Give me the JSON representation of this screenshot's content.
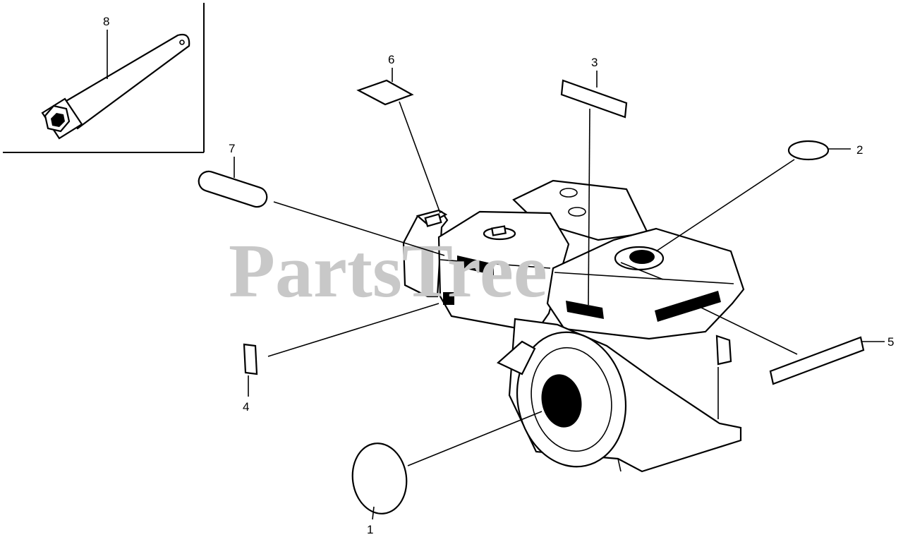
{
  "watermark": {
    "text": "PartsTree"
  },
  "callouts": [
    {
      "id": "1",
      "label": "1"
    },
    {
      "id": "2",
      "label": "2"
    },
    {
      "id": "3",
      "label": "3"
    },
    {
      "id": "4",
      "label": "4"
    },
    {
      "id": "5",
      "label": "5"
    },
    {
      "id": "6",
      "label": "6"
    },
    {
      "id": "7",
      "label": "7"
    },
    {
      "id": "8",
      "label": "8"
    }
  ],
  "colors": {
    "line": "#000000",
    "watermark": "#c8c8c8",
    "background": "#ffffff"
  }
}
